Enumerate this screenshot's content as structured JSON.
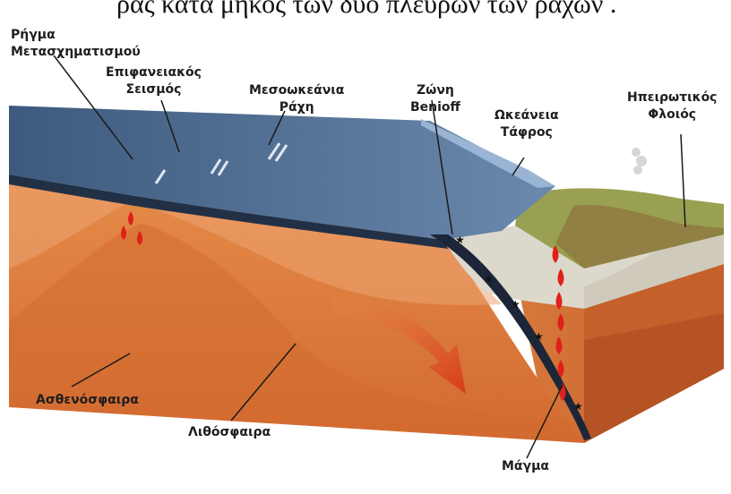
{
  "header": {
    "top_text": "ρας κατά μήκος των δύο πλευρών των ραχών ."
  },
  "labels": {
    "rift": [
      "Ρήγμα",
      "Μετασχηματισμού"
    ],
    "shallow_quake": [
      "Επιφανειακός",
      "Σεισμός"
    ],
    "mid_ocean_ridge": [
      "Μεσοωκεάνια",
      "Ράχη"
    ],
    "benioff": [
      "Ζώνη",
      "Benioff"
    ],
    "trench": [
      "Ωκεάνεια",
      "Τάφρος"
    ],
    "continental_crust": [
      "Ηπειρωτικός",
      "Φλοιός"
    ],
    "asthenosphere": "Ασθενόσφαιρα",
    "lithosphere": "Λιθόσφαιρα",
    "magma": "Μάγμα"
  },
  "colors": {
    "ocean_top": "#4f6d8f",
    "ocean_front": "#2f4a6a",
    "slab": "#1c2638",
    "mantle": "#e07a3c",
    "mantle_dark": "#c8602a",
    "mantle_light": "#eea06a",
    "continent": "#d8d4c8",
    "land": "#8aa04a",
    "magma": "#e0201a"
  }
}
